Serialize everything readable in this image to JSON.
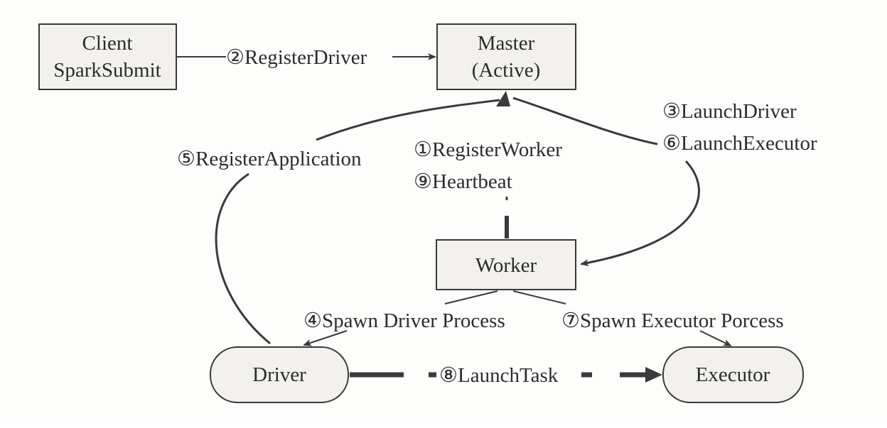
{
  "nodes": {
    "client": {
      "line1": "Client",
      "line2": "SparkSubmit"
    },
    "master": {
      "line1": "Master",
      "line2": "(Active)"
    },
    "worker": {
      "label": "Worker"
    },
    "driver": {
      "label": "Driver"
    },
    "executor": {
      "label": "Executor"
    }
  },
  "edges": {
    "register_driver": "②RegisterDriver",
    "launch_driver": "③LaunchDriver",
    "launch_executor": "⑥LaunchExecutor",
    "register_application": "⑤RegisterApplication",
    "register_worker": "①RegisterWorker",
    "heartbeat": "⑨Heartbeat",
    "spawn_driver": "④Spawn Driver Process",
    "spawn_executor": "⑦Spawn Executor Porcess",
    "launch_task": "⑧LaunchTask"
  },
  "colors": {
    "box_fill": "#f2f1ee",
    "stroke": "#3a3a3a",
    "text": "#2c2c2c"
  }
}
